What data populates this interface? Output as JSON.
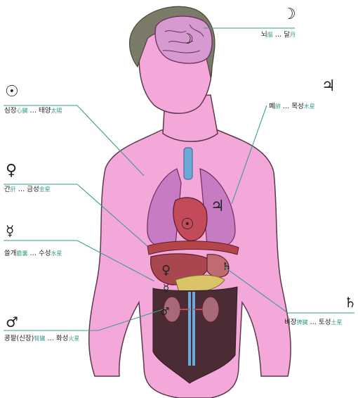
{
  "labels": {
    "brain": {
      "ko": "뇌",
      "hanja": "腦",
      "sep": " … ",
      "planet": "달",
      "planet_hanja": "月",
      "symbol": "☽"
    },
    "lung": {
      "ko": "폐",
      "hanja": "肺",
      "sep": " … ",
      "planet": "목성",
      "planet_hanja": "木星",
      "symbol": "♃"
    },
    "heart": {
      "ko": "심장",
      "hanja": "心臟",
      "sep": " … ",
      "planet": "태양",
      "planet_hanja": "太陽",
      "symbol": "☉"
    },
    "liver": {
      "ko": "간",
      "hanja": "肝",
      "sep": " … ",
      "planet": "금성",
      "planet_hanja": "金星",
      "symbol": "♀"
    },
    "gall": {
      "ko": "쓸개",
      "hanja": "膽囊",
      "sep": " … ",
      "planet": "수성",
      "planet_hanja": "水星",
      "symbol": "☿"
    },
    "spleen": {
      "ko": "비장",
      "hanja": "脾臟",
      "sep": " … ",
      "planet": "토성",
      "planet_hanja": "土星",
      "symbol": "♄"
    },
    "kidney": {
      "ko": "콩팥(신장)",
      "hanja": "腎臟",
      "sep": " … ",
      "planet": "화성",
      "planet_hanja": "火星",
      "symbol": "♂"
    }
  },
  "colors": {
    "skin": "#f4a7d9",
    "skin_line": "#5a3a4a",
    "hair": "#7c7a68",
    "brain": "#d79ad0",
    "lung": "#c77bc2",
    "heart": "#c24a5b",
    "liver": "#a8474f",
    "stomach": "#c06a72",
    "pancreas": "#d9c46a",
    "kidney": "#a86a78",
    "vessel_blue": "#6aa9d8",
    "leader": "#3a9d8f"
  }
}
